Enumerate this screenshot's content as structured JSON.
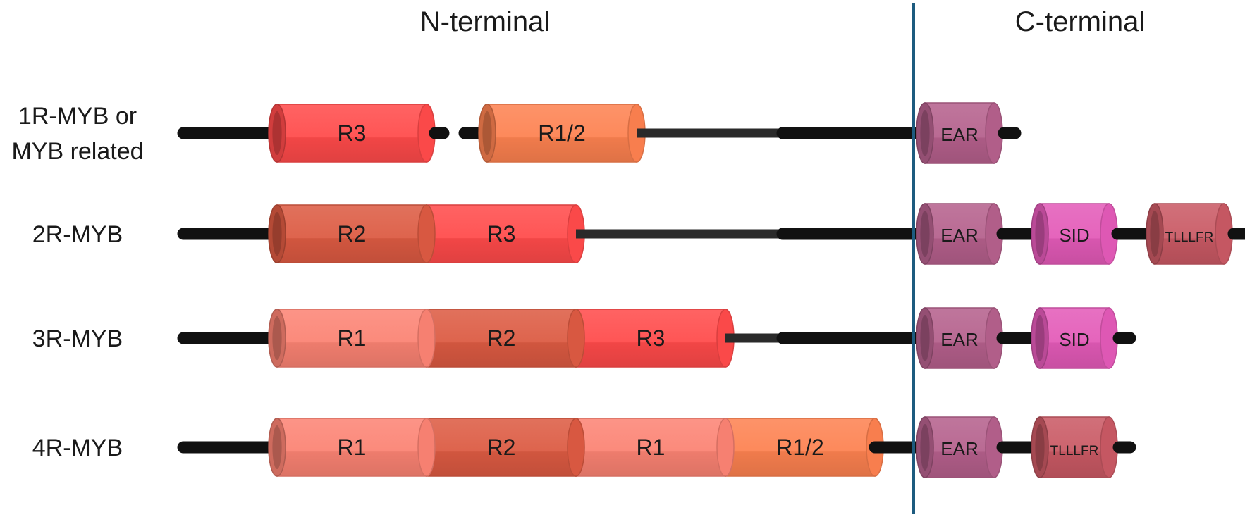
{
  "headers": {
    "n_terminal": "N-terminal",
    "c_terminal": "C-terminal"
  },
  "rows": [
    {
      "label_lines": [
        "1R-MYB or",
        "MYB related"
      ],
      "repeats": [
        [
          "R3"
        ],
        [
          "R1/2"
        ]
      ],
      "motifs": [
        "EAR"
      ]
    },
    {
      "label_lines": [
        "2R-MYB"
      ],
      "repeats": [
        [
          "R2",
          "R3"
        ]
      ],
      "motifs": [
        "EAR",
        "SID",
        "TLLLFR"
      ]
    },
    {
      "label_lines": [
        "3R-MYB"
      ],
      "repeats": [
        [
          "R1",
          "R2",
          "R3"
        ]
      ],
      "motifs": [
        "EAR",
        "SID"
      ]
    },
    {
      "label_lines": [
        "4R-MYB"
      ],
      "repeats": [
        [
          "R1",
          "R2",
          "R1",
          "R1/2"
        ]
      ],
      "motifs": [
        "EAR",
        "TLLLFR"
      ]
    }
  ],
  "colors": {
    "R1": "#fb8373",
    "R2": "#dc5a42",
    "R3": "#ff4a4a",
    "R1/2": "#fd8150",
    "EAR": "#b5608c",
    "SID": "#e35ab8",
    "TLLLFR": "#c95964",
    "divider": "#1d5b7f",
    "linker": "#111111"
  }
}
